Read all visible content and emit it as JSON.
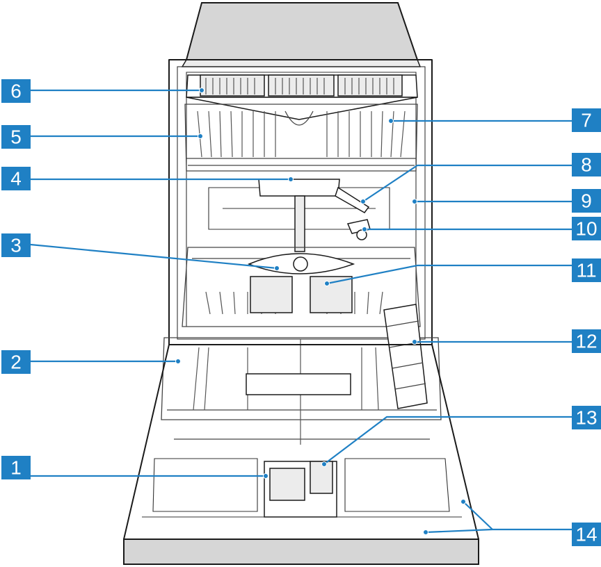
{
  "callouts": [
    {
      "label": "1"
    },
    {
      "label": "2"
    },
    {
      "label": "3"
    },
    {
      "label": "4"
    },
    {
      "label": "5"
    },
    {
      "label": "6"
    },
    {
      "label": "7"
    },
    {
      "label": "8"
    },
    {
      "label": "9"
    },
    {
      "label": "10"
    },
    {
      "label": "11"
    },
    {
      "label": "12"
    },
    {
      "label": "13"
    },
    {
      "label": "14"
    }
  ],
  "colors": {
    "callout": "#1f80c4",
    "callout_text": "#ffffff",
    "line_art": "#1a1a1a",
    "shaded_part": "#d6d6d6"
  }
}
